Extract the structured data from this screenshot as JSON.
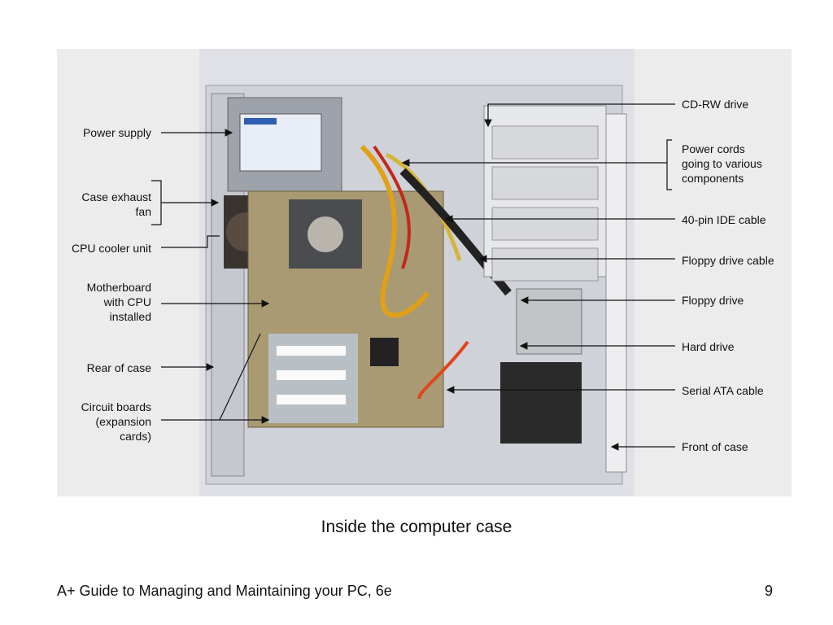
{
  "figure": {
    "labels_left": {
      "power_supply": "Power supply",
      "case_exhaust_fan": "Case exhaust\nfan",
      "cpu_cooler_unit": "CPU cooler unit",
      "motherboard": "Motherboard\nwith CPU\ninstalled",
      "rear_of_case": "Rear of case",
      "circuit_boards": "Circuit boards\n(expansion\ncards)"
    },
    "labels_right": {
      "cd_rw_drive": "CD-RW drive",
      "power_cords": "Power cords\ngoing to various\ncomponents",
      "ide_cable": "40-pin IDE cable",
      "floppy_drive_cable": "Floppy drive cable",
      "floppy_drive": "Floppy drive",
      "hard_drive": "Hard drive",
      "serial_ata_cable": "Serial ATA cable",
      "front_of_case": "Front of case"
    },
    "caption": "Inside the computer case"
  },
  "footer": {
    "book_title": "A+ Guide to Managing and Maintaining your PC, 6e",
    "page_number": "9"
  }
}
